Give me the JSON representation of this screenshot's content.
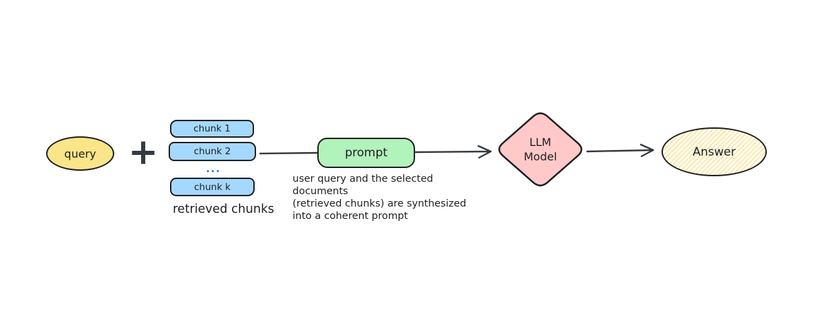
{
  "diagram": {
    "query": {
      "label": "query"
    },
    "plus_symbol": "+",
    "chunks": {
      "items": [
        "chunk 1",
        "chunk 2",
        "chunk k"
      ],
      "ellipsis": "...",
      "caption": "retrieved chunks"
    },
    "prompt": {
      "label": "prompt",
      "note": "user query and the selected documents\n(retrieved chunks) are synthesized\ninto a coherent prompt"
    },
    "llm": {
      "label": "LLM\nModel"
    },
    "answer": {
      "label": "Answer"
    },
    "colors": {
      "query_fill": "#fae588",
      "chunk_fill": "#a5d8ff",
      "prompt_fill": "#b2f2bb",
      "llm_fill": "#ffc9c9",
      "answer_hatch": "#ffe59e",
      "stroke": "#1e1e1e",
      "arrow": "#343a40",
      "ellipsis": "#1c7ed6"
    }
  }
}
